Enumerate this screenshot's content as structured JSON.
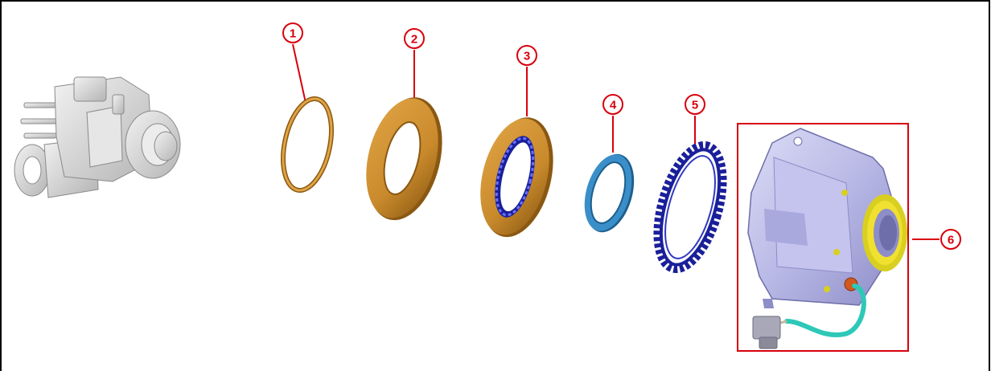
{
  "diagram": {
    "callouts": [
      {
        "id": "1",
        "label": "1"
      },
      {
        "id": "2",
        "label": "2"
      },
      {
        "id": "3",
        "label": "3"
      },
      {
        "id": "4",
        "label": "4"
      },
      {
        "id": "5",
        "label": "5"
      },
      {
        "id": "6",
        "label": "6"
      }
    ],
    "colors": {
      "callout": "#d8000c",
      "bronze_ring": "#c98a2c",
      "bronze_dark": "#8a5812",
      "steel_blue_ring": "#3a8fc8",
      "navy_ring": "#1a1f9a",
      "housing": "#b9b9e6",
      "housing_shade": "#8d8dc8",
      "bearing_yellow": "#f0e030",
      "harness_teal": "#2ec8b8",
      "connector_gray": "#a8a8b8",
      "frame": "#000000",
      "assembly_gray": "#cfcfcf"
    },
    "icons": [
      "gearbox-assembly-icon",
      "housing-icon",
      "connector-icon"
    ]
  }
}
